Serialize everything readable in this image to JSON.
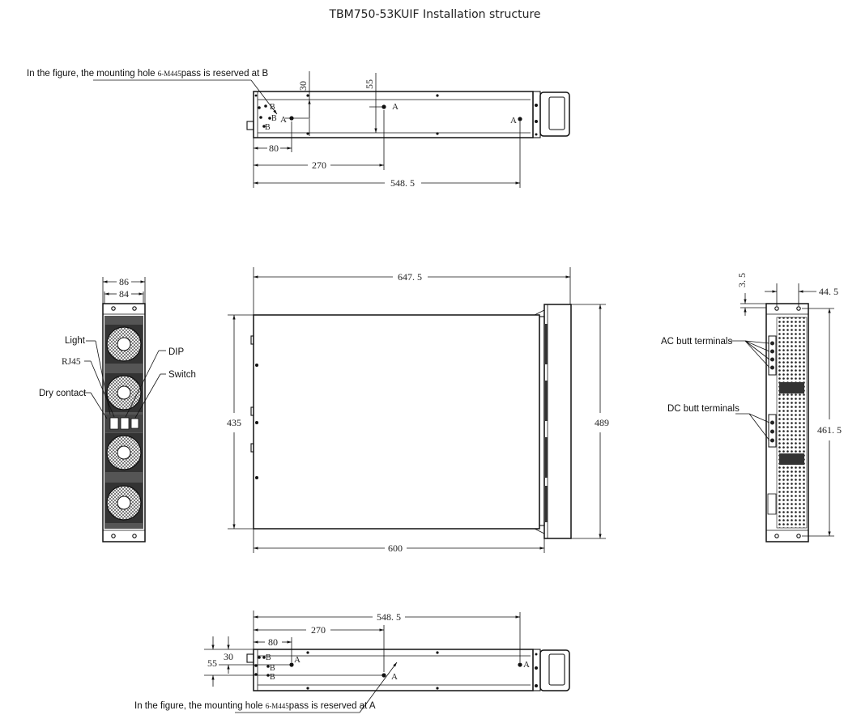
{
  "title": "TBM750-53KUIF Installation structure",
  "top_view": {
    "note_prefix": "In the figure, the mounting hole ",
    "note_code": "6-M4",
    "note_sub": "45",
    "note_suffix": "pass is reserved at B",
    "dims": {
      "d30": "30",
      "d55": "55",
      "d80": "80",
      "d270": "270",
      "d548": "548. 5"
    },
    "hole_a": "A",
    "hole_b": "B"
  },
  "main_view": {
    "dims": {
      "width_top": "647. 5",
      "width_bottom": "600",
      "height_left": "435",
      "height_right": "489"
    }
  },
  "front_view": {
    "dims": {
      "d86": "86",
      "d84": "84"
    },
    "labels": {
      "light": "Light",
      "rj45": "RJ45",
      "dry_contact": "Dry contact",
      "dip": "DIP",
      "switch": "Switch"
    }
  },
  "rear_view": {
    "dims": {
      "d35": "3. 5",
      "d445": "44. 5",
      "d4615": "461. 5"
    },
    "labels": {
      "ac": "AC butt terminals",
      "dc": "DC butt terminals"
    }
  },
  "bottom_view": {
    "note_prefix": "In the figure, the mounting hole ",
    "note_code": "6-M4",
    "note_sub": "45",
    "note_suffix": "pass is reserved at A",
    "dims": {
      "d548": "548. 5",
      "d270": "270",
      "d80": "80",
      "d30": "30",
      "d55": "55"
    },
    "hole_a": "A",
    "hole_b": "B"
  }
}
